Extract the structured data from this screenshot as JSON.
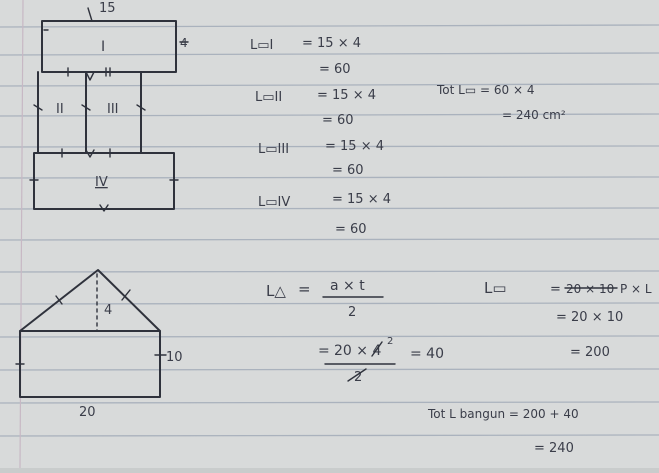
{
  "top": {
    "figure": {
      "top_length": "15",
      "side_width": "4",
      "part_1": "I",
      "part_2": "II",
      "part_3": "III",
      "part_4": "IV"
    },
    "calcs": [
      {
        "label": "L▭I",
        "line1": "= 15 × 4",
        "line2": "= 60"
      },
      {
        "label": "L▭II",
        "line1": "= 15 × 4",
        "line2": "= 60"
      },
      {
        "label": "L▭III",
        "line1": "= 15 × 4",
        "line2": "= 60"
      },
      {
        "label": "L▭IV",
        "line1": "= 15 × 4",
        "line2": "= 60"
      }
    ],
    "total": {
      "line1": "Tot L▭ = 60 × 4",
      "line2": "= 240 cm²"
    }
  },
  "bottom": {
    "figure": {
      "tri_height": "4",
      "rect_height": "10",
      "rect_width": "20"
    },
    "triangle": {
      "label": "L△",
      "numerator": "a × t",
      "denominator": "2",
      "step_num": "20 × 4",
      "step_sup": "2",
      "step_den": "2",
      "step_result": "= 40"
    },
    "rectangle": {
      "label": "L▭",
      "line1_struck": "20 × 10",
      "line1_tail": "P × L",
      "line2": "= 20 × 10",
      "line3": "= 200"
    },
    "total": {
      "line1": "Tot L bangun = 200 + 40",
      "line2": "= 240"
    }
  }
}
